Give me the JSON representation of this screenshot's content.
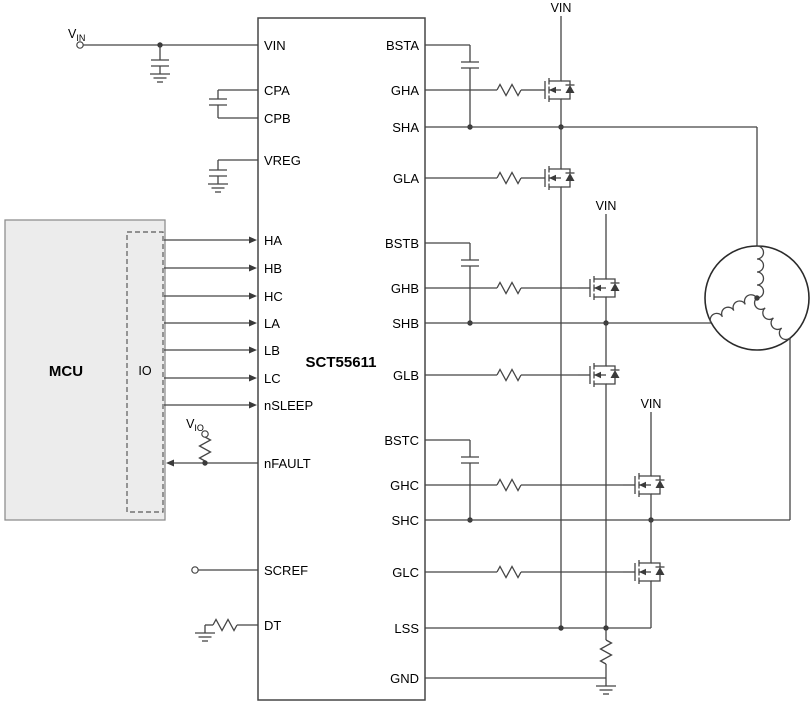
{
  "ic": {
    "name": "SCT55611"
  },
  "mcu": {
    "label": "MCU",
    "io": "IO"
  },
  "pins": {
    "left": [
      "VIN",
      "CPA",
      "CPB",
      "VREG",
      "HA",
      "HB",
      "HC",
      "LA",
      "LB",
      "LC",
      "nSLEEP",
      "nFAULT",
      "SCREF",
      "DT"
    ],
    "right": [
      "BSTA",
      "GHA",
      "SHA",
      "GLA",
      "BSTB",
      "GHB",
      "SHB",
      "GLB",
      "BSTC",
      "GHC",
      "SHC",
      "GLC",
      "LSS",
      "GND"
    ]
  },
  "nets": {
    "vin_supply": {
      "base": "V",
      "sub": "IN"
    },
    "vio_pullup": {
      "base": "V",
      "sub": "IO"
    },
    "rail_a": "VIN",
    "rail_b": "VIN",
    "rail_c": "VIN"
  },
  "colors": {
    "wire": "#454545",
    "text": "#000000",
    "mcu_fill": "#ececec",
    "background": "#ffffff"
  }
}
